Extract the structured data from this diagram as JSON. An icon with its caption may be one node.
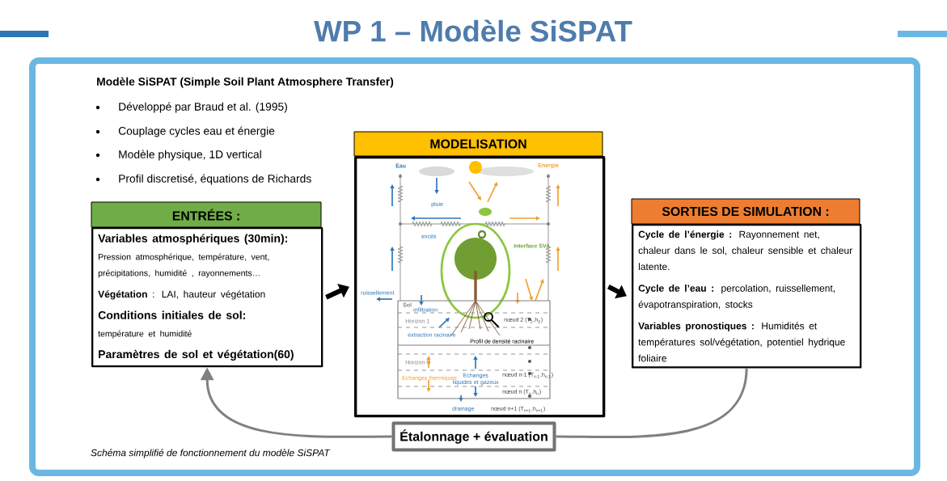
{
  "diagram": {
    "title": "WP 1 – Modèle SiSPAT",
    "caption": "Schéma simplifié de fonctionnement du modèle SiSPAT",
    "nodes": [
      {
        "text": [
          "ENTRÉES :",
          "Variables atmosphériques (30min):",
          "Pression atmosphérique, température, vent, précipitations, humidité , rayonnements…",
          "**Végétation** : LAI, hauteur végétation",
          "Conditions initiales de sol:",
          "température et humidité",
          "Paramètres de sol et végétation(60)"
        ]
      },
      {
        "text": [
          "MODELISATION"
        ]
      },
      {
        "text": [],
        "shape": "picture",
        "in": 1
      },
      {
        "text": [
          "SORTIES DE SIMULATION :",
          "**Cycle de l’énergie :** Rayonnement net, chaleur dans le sol, chaleur sensible et chaleur latente.",
          "**Cycle de l’eau :** percolation, ruissellement, évapotranspiration, stocks",
          "**Variables pronostiques :** Humidités et températures sol/végétation, potentiel hydrique foliaire"
        ]
      },
      {
        "text": [
          "Étalonnage + évaluation"
        ]
      }
    ],
    "edges": [
      {
        "from": 0,
        "to": 1,
        "arrow": "to",
        "style": "thick"
      },
      {
        "from": 1,
        "to": 3,
        "arrow": "to",
        "style": "thick"
      },
      {
        "from": 3,
        "to": 4,
        "arrow": "none",
        "color": "#808080"
      },
      {
        "from": 4,
        "to": 0,
        "arrow": "to",
        "color": "#808080"
      }
    ],
    "labels": [
      "Modèle SiSPAT (Simple Soil Plant Atmosphere Transfer)",
      "Développé par Braud et al. (1995)",
      "Couplage cycles eau et énergie",
      "Modèle physique, 1D vertical",
      "Profil discretisé, équations de Richards",
      "Eau",
      "Energie",
      "pluie",
      "excès",
      "Interface SVA",
      "ruissellement",
      "Sol",
      "infiltration",
      "Horizon 1",
      "extraction racinaire",
      "Profil de densité racinaire",
      "Horizon H",
      "Echanges thermiques",
      "Echanges liquides et gazeux",
      "nœud 2 (T$_{2}$,h$_{2}$)",
      "nœud n-1 (T$_{n-1}$,h$_{n-1}$)",
      "nœud n (T$_{n}$,h$_{n}$)",
      "drainage",
      "nœud n+1 (T$_{n+1}$,h$_{n+1}$)"
    ]
  }
}
